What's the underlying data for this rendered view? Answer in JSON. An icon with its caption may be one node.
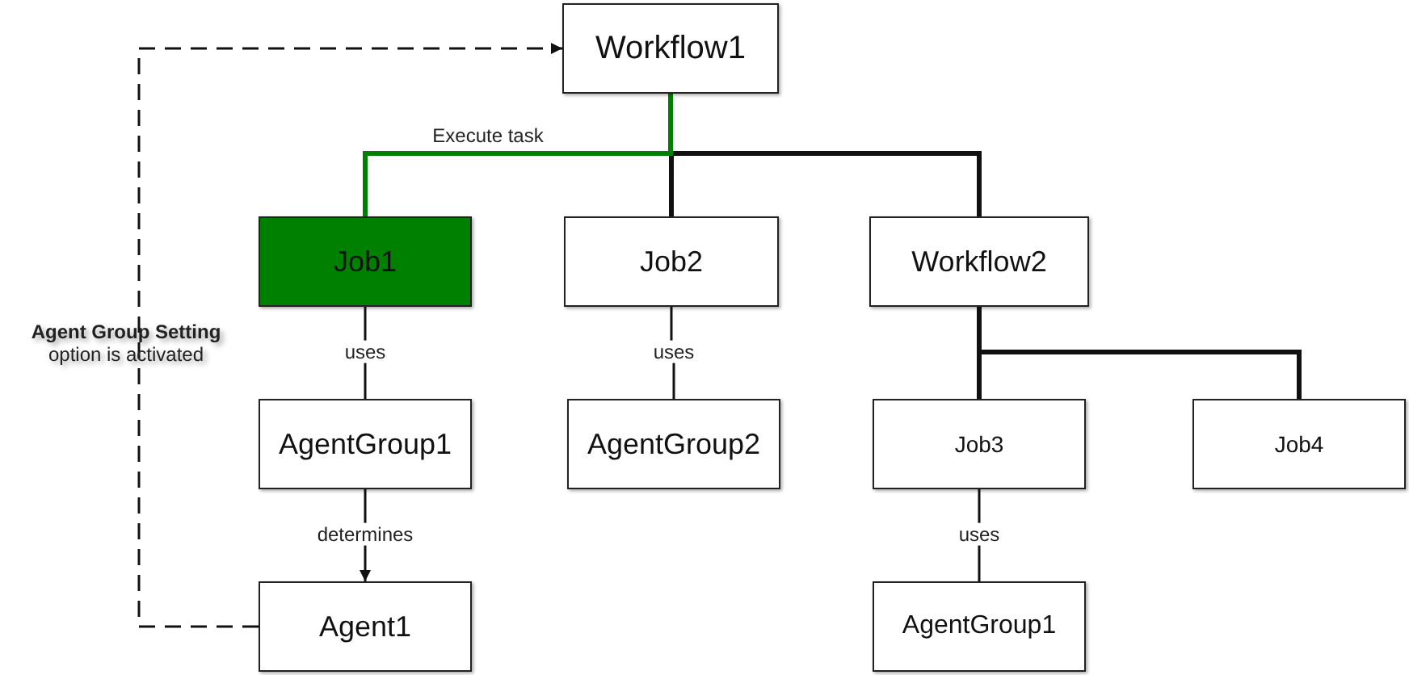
{
  "diagram": {
    "nodes": [
      {
        "text": [
          "Workflow1"
        ]
      },
      {
        "text": [
          "Job1"
        ]
      },
      {
        "text": [
          "Job2"
        ]
      },
      {
        "text": [
          "Workflow2"
        ]
      },
      {
        "text": [
          "AgentGroup1"
        ]
      },
      {
        "text": [
          "AgentGroup2"
        ]
      },
      {
        "text": [
          "Job3"
        ]
      },
      {
        "text": [
          "Job4"
        ]
      },
      {
        "text": [
          "AgentGroup1"
        ]
      },
      {
        "text": [
          "Agent1"
        ]
      }
    ],
    "edges": [
      {
        "from": 0,
        "to": 1,
        "arrow": "none",
        "label": "Execute task",
        "style": "thick",
        "color": "#008000"
      },
      {
        "from": 0,
        "to": 2,
        "arrow": "none",
        "style": "thick"
      },
      {
        "from": 0,
        "to": 3,
        "arrow": "none",
        "style": "thick"
      },
      {
        "from": 3,
        "to": 6,
        "arrow": "none",
        "style": "thick"
      },
      {
        "from": 3,
        "to": 7,
        "arrow": "none",
        "style": "thick"
      },
      {
        "from": 1,
        "to": 4,
        "arrow": "none",
        "label": "uses"
      },
      {
        "from": 2,
        "to": 5,
        "arrow": "none",
        "label": "uses"
      },
      {
        "from": 6,
        "to": 8,
        "arrow": "none",
        "label": "uses"
      },
      {
        "from": 4,
        "to": 9,
        "arrow": "to",
        "label": "determines"
      },
      {
        "from": 9,
        "to": 0,
        "arrow": "to",
        "label": "**Agent Group Setting** option is activated",
        "style": "dashed"
      }
    ]
  }
}
